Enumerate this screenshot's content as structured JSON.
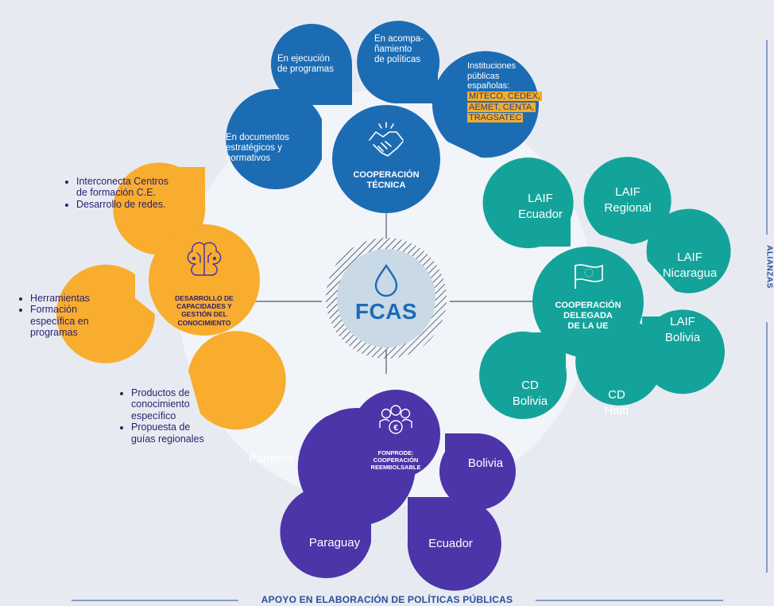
{
  "center": {
    "label": "FCAS"
  },
  "side_label": "ALIANZAS",
  "bottom_label": "APOYO EN ELABORACIÓN DE POLÍTICAS PÚBLICAS",
  "hubs": {
    "tecnica": {
      "line1": "COOPERACIÓN",
      "line2": "TÉCNICA",
      "icon": "handshake-icon"
    },
    "ue": {
      "line1": "COOPERACIÓN",
      "line2": "DELEGADA",
      "line3": "DE LA UE",
      "icon": "eu-flag-icon"
    },
    "fonprode": {
      "line1": "FONPRODE:",
      "line2": "COOPERACIÓN",
      "line3": "REEMBOLSABLE",
      "icon": "people-euro-icon"
    },
    "capacidades": {
      "line1": "DESARROLLO DE",
      "line2": "CAPACIDADES Y",
      "line3": "GESTIÓN DEL",
      "line4": "CONOCIMIENTO",
      "icon": "brain-circuit-icon"
    }
  },
  "blue_petals": {
    "documentos": {
      "l1": "En documentos",
      "l2": "estratégicos y",
      "l3": "normativos"
    },
    "ejecucion": {
      "l1": "En ejecución",
      "l2": "de programas"
    },
    "acompanamiento": {
      "l1": "En acompa-",
      "l2": "ñamiento",
      "l3": "de políticas"
    },
    "instituciones": {
      "l1": "Instituciones",
      "l2": "públicas",
      "l3": "españolas:",
      "h1": "MITECO, CEDEX,",
      "h2": "AEMET, CENTA,",
      "h3": "TRAGSATEC"
    }
  },
  "teal_petals": {
    "laif_ecuador": {
      "l1": "LAIF",
      "l2": "Ecuador"
    },
    "laif_regional": {
      "l1": "LAIF",
      "l2": "Regional"
    },
    "laif_nicaragua": {
      "l1": "LAIF",
      "l2": "Nicaragua"
    },
    "laif_bolivia": {
      "l1": "LAIF",
      "l2": "Bolivia"
    },
    "cd_haiti": {
      "l1": "CD",
      "l2": "Haití"
    },
    "cd_bolivia": {
      "l1": "CD",
      "l2": "Bolivia"
    }
  },
  "purple_petals": {
    "panama": "Panamá",
    "bolivia": "Bolivia",
    "paraguay": "Paraguay",
    "ecuador": "Ecuador"
  },
  "orange_petals": {
    "interconecta": {
      "b1": "Interconecta Centros de formación C.E.",
      "b2": "Desarrollo de redes."
    },
    "herramientas": {
      "b1": "Herramientas",
      "b2": "Formación específica en programas"
    },
    "productos": {
      "b1": "Productos de conocimiento específico",
      "b2": "Propuesta de guías regionales"
    }
  },
  "colors": {
    "background": "#e7ebf1",
    "blue": "#1c6cb4",
    "teal": "#14a39a",
    "purple": "#4b35a8",
    "orange": "#f8ad2e",
    "center": "#c9d9e6",
    "accent_text": "#2b4e9b"
  }
}
